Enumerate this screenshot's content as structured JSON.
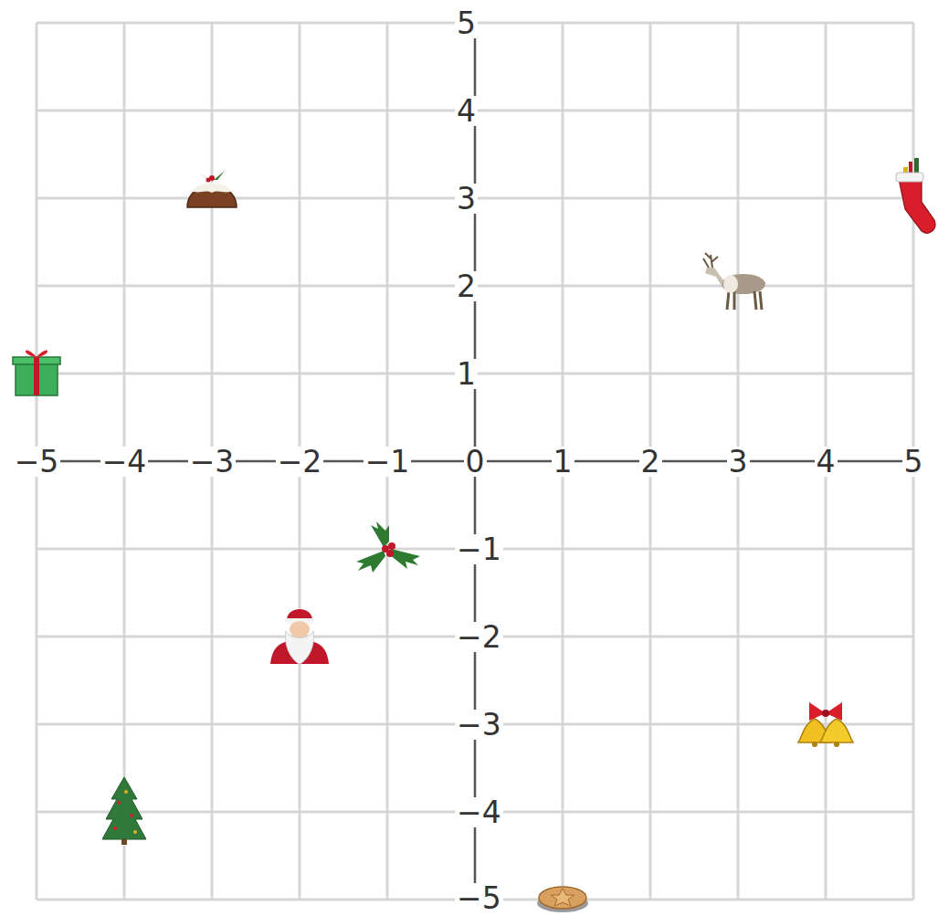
{
  "diagram": {
    "labels": [
      "−5",
      "−4",
      "−3",
      "−2",
      "−1",
      "0",
      "1",
      "2",
      "3",
      "4",
      "5",
      "5",
      "4",
      "3",
      "2",
      "1",
      "−1",
      "−2",
      "−3",
      "−4",
      "−5"
    ]
  }
}
